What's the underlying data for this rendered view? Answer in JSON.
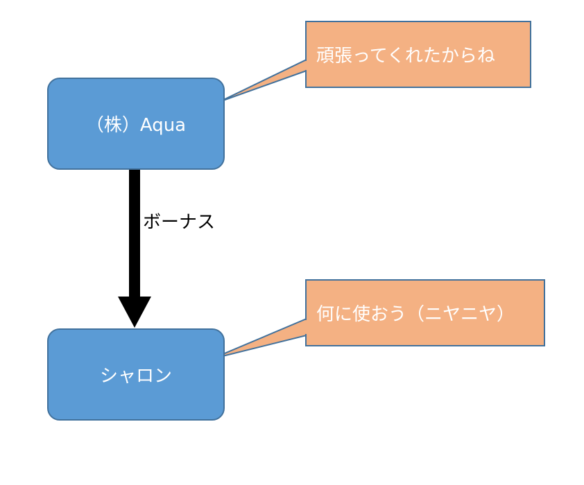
{
  "nodes": {
    "company": {
      "label": "（株）Aqua"
    },
    "sharon": {
      "label": "シャロン"
    }
  },
  "edges": {
    "bonus": {
      "label": "ボーナス"
    }
  },
  "callouts": {
    "company": {
      "text": "頑張ってくれたからね"
    },
    "sharon": {
      "text": "何に使おう（ニヤニヤ）"
    }
  },
  "colors": {
    "node_fill": "#5b9bd5",
    "node_border": "#41719c",
    "callout_fill": "#f4b183",
    "callout_border": "#41719c",
    "arrow": "#000000"
  }
}
